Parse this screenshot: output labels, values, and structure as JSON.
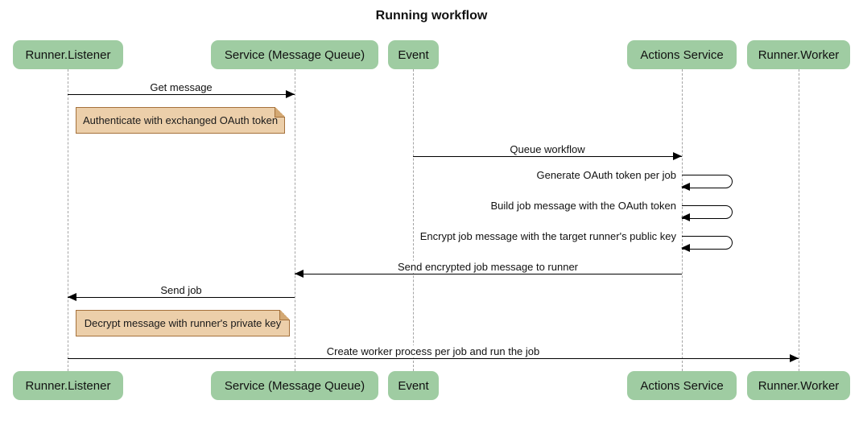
{
  "title": "Running workflow",
  "participants": [
    {
      "name": "Runner.Listener"
    },
    {
      "name": "Service (Message Queue)"
    },
    {
      "name": "Event"
    },
    {
      "name": "Actions Service"
    },
    {
      "name": "Runner.Worker"
    }
  ],
  "messages": [
    {
      "label": "Get message",
      "from": "Runner.Listener",
      "to": "Service (Message Queue)",
      "type": "arrow"
    },
    {
      "label": "Queue workflow",
      "from": "Event",
      "to": "Actions Service",
      "type": "arrow"
    },
    {
      "label": "Generate OAuth token per job",
      "from": "Actions Service",
      "to": "Actions Service",
      "type": "self"
    },
    {
      "label": "Build job message with the OAuth token",
      "from": "Actions Service",
      "to": "Actions Service",
      "type": "self"
    },
    {
      "label": "Encrypt job message with the target runner's public key",
      "from": "Actions Service",
      "to": "Actions Service",
      "type": "self"
    },
    {
      "label": "Send encrypted job message to runner",
      "from": "Actions Service",
      "to": "Service (Message Queue)",
      "type": "arrow"
    },
    {
      "label": "Send job",
      "from": "Service (Message Queue)",
      "to": "Runner.Listener",
      "type": "arrow"
    },
    {
      "label": "Create worker process per job and run the job",
      "from": "Runner.Listener",
      "to": "Runner.Worker",
      "type": "arrow"
    }
  ],
  "notes": [
    {
      "text": "Authenticate with exchanged OAuth token",
      "position": "right of Runner.Listener"
    },
    {
      "text": "Decrypt message with runner's private key",
      "position": "right of Runner.Listener"
    }
  ],
  "colors": {
    "actor_fill": "#9FCCA2",
    "note_fill": "#ECCFAA",
    "note_border": "#A5713B",
    "lifeline": "#A5A5A5",
    "line": "#000000"
  }
}
